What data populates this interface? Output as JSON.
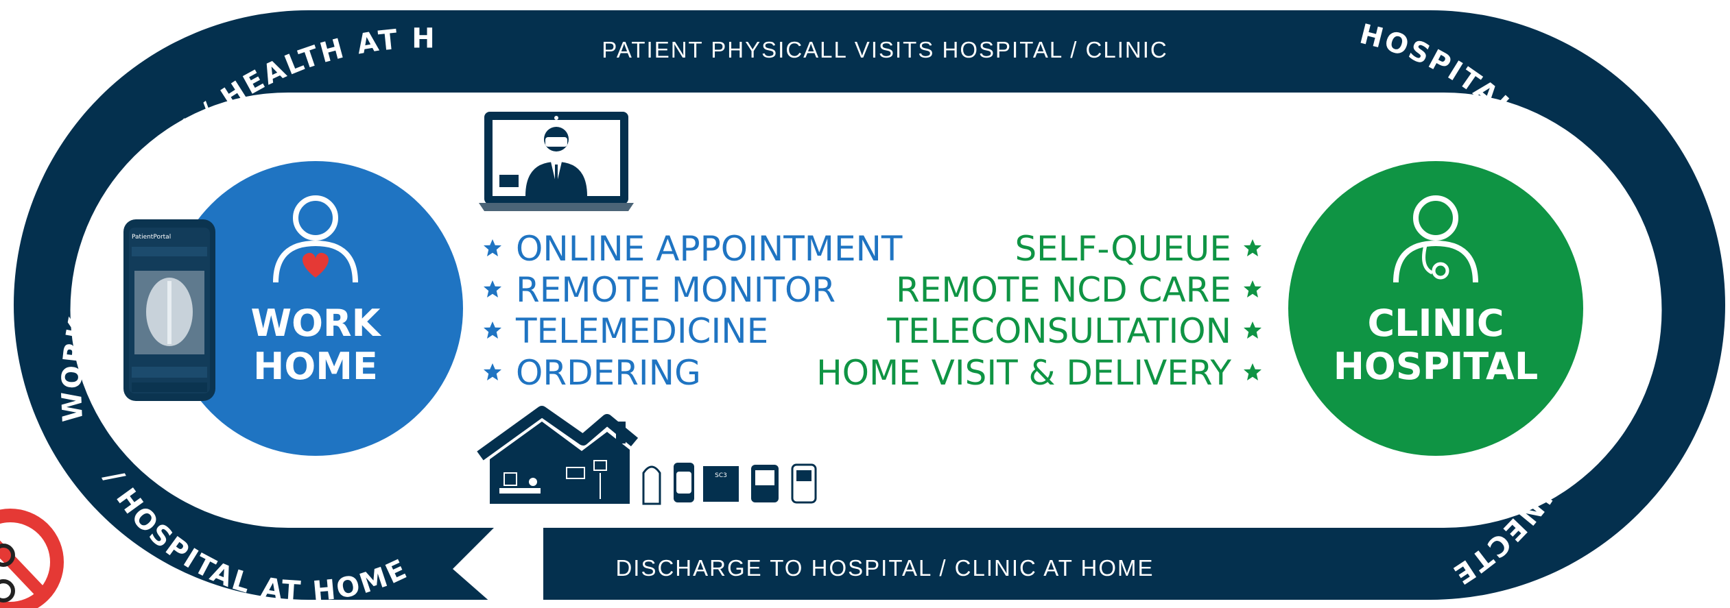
{
  "band": {
    "top_label": "PATIENT PHYSICALL VISITS HOSPITAL / CLINIC",
    "bottom_label": "DISCHARGE TO HOSPITAL / CLINIC AT HOME",
    "curve_left_upper": "WORK FROM HOME  /  HEALTH AT HOME",
    "curve_left_lower": "/ HOSPITAL AT HOME",
    "curve_right": "HOSPITAL / CLINIC SERVICES CONNECTED TO PATIENT AT HOME",
    "color": "#04304e"
  },
  "home_circle": {
    "line1": "WORK",
    "line2": "HOME",
    "color": "#1f74c2"
  },
  "clinic_circle": {
    "line1": "CLINIC",
    "line2": "HOSPITAL",
    "color": "#0f9444"
  },
  "phone": {
    "app_title": "PatientPortal"
  },
  "devices": {
    "scale_label": "SC3"
  },
  "services_left": {
    "items": [
      "ONLINE APPOINTMENT",
      "REMOTE MONITOR",
      "TELEMEDICINE",
      "ORDERING"
    ]
  },
  "services_right": {
    "items": [
      "SELF-QUEUE",
      "REMOTE NCD CARE",
      "TELECONSULTATION",
      "HOME VISIT & DELIVERY"
    ]
  },
  "icons": {
    "left_circle": "patient-heart-icon",
    "right_circle": "doctor-stethoscope-icon",
    "laptop": "telemedicine-laptop-icon",
    "house": "home-care-icon",
    "phone": "smartphone-app-icon",
    "no_symbol": "prohibition-icon"
  }
}
